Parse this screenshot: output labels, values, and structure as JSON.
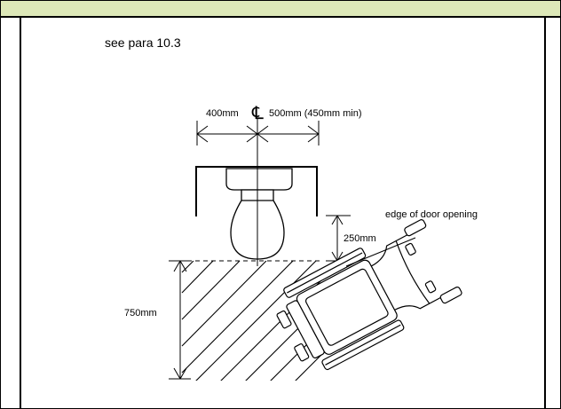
{
  "header": {
    "band_color": "#dde8b8"
  },
  "diagram": {
    "note": "see para 10.3",
    "dim_left": "400mm",
    "centerline_symbol": "℄",
    "dim_right": "500mm (450mm min)",
    "door_edge_label": "edge of door opening",
    "gap_label": "250mm",
    "zone_depth_label": "750mm"
  }
}
